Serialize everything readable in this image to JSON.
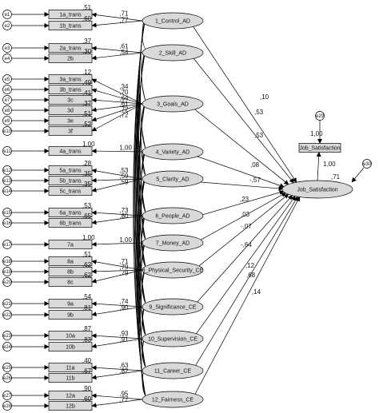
{
  "colors": {
    "box_fill": "#d9d9d9",
    "ellipse_fill": "#d9d9d9",
    "stroke": "#000000",
    "background": "#ffffff"
  },
  "groups": [
    {
      "factor": "1_Control_AD",
      "path_to_outcome": ",10",
      "items": [
        {
          "name": "1a_trans",
          "error": "e1",
          "loading": ",71",
          "r2": ",51"
        },
        {
          "name": "1b_trans",
          "error": "e2",
          "loading": ",77",
          "r2": ",60"
        }
      ]
    },
    {
      "factor": "2_Skill_AD",
      "path_to_outcome": ",53",
      "items": [
        {
          "name": "2a_trans",
          "error": "e3",
          "loading": ",61",
          "r2": ",37"
        },
        {
          "name": "2b",
          "error": "e4",
          "loading": ",54",
          "r2": ",30"
        }
      ]
    },
    {
      "factor": "3_Goals_AD",
      "path_to_outcome": ",53",
      "items": [
        {
          "name": "3a_trans",
          "error": "e5",
          "loading": ",34",
          "r2": ",12"
        },
        {
          "name": "3b_trans",
          "error": "e6",
          "loading": ",70",
          "r2": ",49"
        },
        {
          "name": "3c",
          "error": "e7",
          "loading": ",64",
          "r2": ",41"
        },
        {
          "name": "3d",
          "error": "e8",
          "loading": ",61",
          "r2": ",37"
        },
        {
          "name": "3e",
          "error": "e9",
          "loading": ",72",
          "r2": ",51"
        },
        {
          "name": "3f",
          "error": "e10",
          "loading": ",72",
          "r2": ",52"
        }
      ]
    },
    {
      "factor": "4_Variety_AD",
      "path_to_outcome": ",08",
      "items": [
        {
          "name": "4a_trans",
          "error": "e11",
          "loading": "1,00",
          "r2": "1,00"
        }
      ]
    },
    {
      "factor": "5_Clarity_AD",
      "path_to_outcome": "-,57",
      "items": [
        {
          "name": "5a_trans",
          "error": "e12",
          "loading": ",53",
          "r2": ",28"
        },
        {
          "name": "5b_trans",
          "error": "e13",
          "loading": ",59",
          "r2": ",35"
        },
        {
          "name": "5c_trans",
          "error": "e14",
          "loading": ",59",
          "r2": ",35"
        }
      ]
    },
    {
      "factor": "6_People_AD",
      "path_to_outcome": ",23",
      "items": [
        {
          "name": "6a_trans",
          "error": "e15",
          "loading": ",73",
          "r2": ",53"
        },
        {
          "name": "6b_trans",
          "error": "e16",
          "loading": ",80",
          "r2": ",65"
        }
      ]
    },
    {
      "factor": "7_Money_AD",
      "path_to_outcome": ",03",
      "items": [
        {
          "name": "7a",
          "error": "e17",
          "loading": "1,00",
          "r2": "1,00"
        }
      ]
    },
    {
      "factor": "8_Physical_Security_CE",
      "path_to_outcome": "-,07",
      "items": [
        {
          "name": "8a",
          "error": "e18",
          "loading": ",71",
          "r2": ",51"
        },
        {
          "name": "8b",
          "error": "e19",
          "loading": ",79",
          "r2": ",62"
        },
        {
          "name": "8c",
          "error": "e20",
          "loading": ",79",
          "r2": ",62"
        }
      ]
    },
    {
      "factor": "9_Significance_CE",
      "path_to_outcome": "-,64",
      "items": [
        {
          "name": "9a",
          "error": "e21",
          "loading": ",74",
          "r2": ",54"
        },
        {
          "name": "9b",
          "error": "e22",
          "loading": ",90",
          "r2": ",81"
        }
      ]
    },
    {
      "factor": "10_Supervision_CE",
      "path_to_outcome": ",12",
      "items": [
        {
          "name": "10a",
          "error": "e23",
          "loading": ",93",
          "r2": ",87"
        },
        {
          "name": "10b",
          "error": "e24",
          "loading": ",91",
          "r2": ",83"
        }
      ]
    },
    {
      "factor": "11_Career_CE",
      "path_to_outcome": ",68",
      "items": [
        {
          "name": "11a",
          "error": "e25",
          "loading": ",63",
          "r2": ",40"
        },
        {
          "name": "11b",
          "error": "e26",
          "loading": ",82",
          "r2": ",67"
        }
      ]
    },
    {
      "factor": "12_Fairness_CE",
      "path_to_outcome": ",14",
      "items": [
        {
          "name": "12a",
          "error": "e27",
          "loading": ",95",
          "r2": ",90"
        },
        {
          "name": "12b",
          "error": "e28",
          "loading": ",77",
          "r2": ",60"
        }
      ]
    }
  ],
  "outcome": {
    "name": "Job_Satisfaction",
    "r2": ",71",
    "error": "e30"
  },
  "indicator": {
    "name": "Job_Satisfaction",
    "loading": "1,00",
    "r2": "1,00",
    "error": "e29"
  }
}
